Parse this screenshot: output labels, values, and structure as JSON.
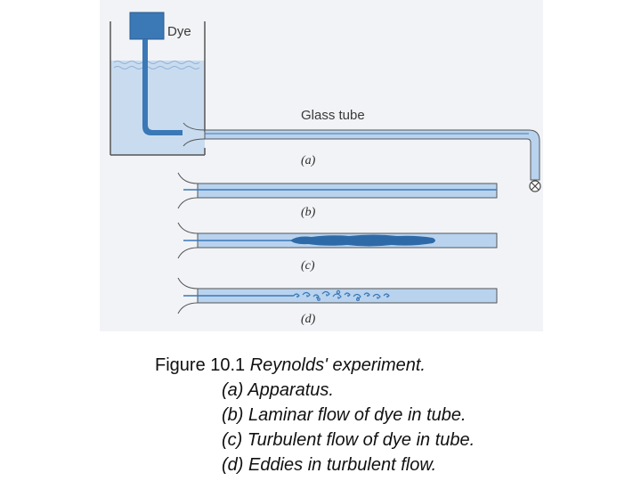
{
  "diagram": {
    "labels": {
      "dye": "Dye",
      "glass_tube": "Glass tube",
      "panel_a": "(a)",
      "panel_b": "(b)",
      "panel_c": "(c)",
      "panel_d": "(d)"
    },
    "colors": {
      "water": "#c9dcef",
      "water_dark": "#a9c5e6",
      "tube": "#b9d3ef",
      "dye": "#3b78b6",
      "background_panel": "#f1f3f6",
      "outline": "#555555"
    }
  },
  "caption": {
    "number": "Figure 10.1",
    "title": " Reynolds' experiment.",
    "items": [
      "(a) Apparatus.",
      "(b) Laminar flow of dye in tube.",
      "(c) Turbulent flow of dye in tube.",
      "(d) Eddies in turbulent flow."
    ]
  }
}
